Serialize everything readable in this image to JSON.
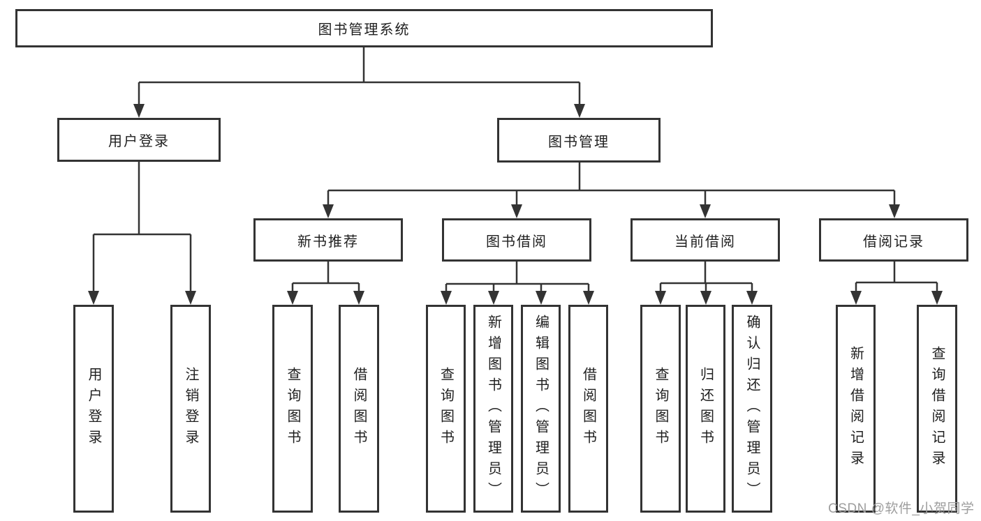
{
  "tree": {
    "root": "图书管理系统",
    "branches": [
      {
        "label": "用户登录",
        "children": [
          "用户登录",
          "注销登录"
        ]
      },
      {
        "label": "图书管理",
        "groups": [
          {
            "label": "新书推荐",
            "children": [
              "查询图书",
              "借阅图书"
            ]
          },
          {
            "label": "图书借阅",
            "children": [
              "查询图书",
              "新增图书（管理员）",
              "编辑图书（管理员）",
              "借阅图书"
            ]
          },
          {
            "label": "当前借阅",
            "children": [
              "查询图书",
              "归还图书",
              "确认归还（管理员）"
            ]
          },
          {
            "label": "借阅记录",
            "children": [
              "新增借阅记录",
              "查询借阅记录"
            ]
          }
        ]
      }
    ]
  },
  "watermark": "CSDN @软件_小贺同学",
  "colors": {
    "line": "#333333",
    "text": "#1f1f1f",
    "watermark": "#9e9e9e",
    "background": "#ffffff"
  }
}
